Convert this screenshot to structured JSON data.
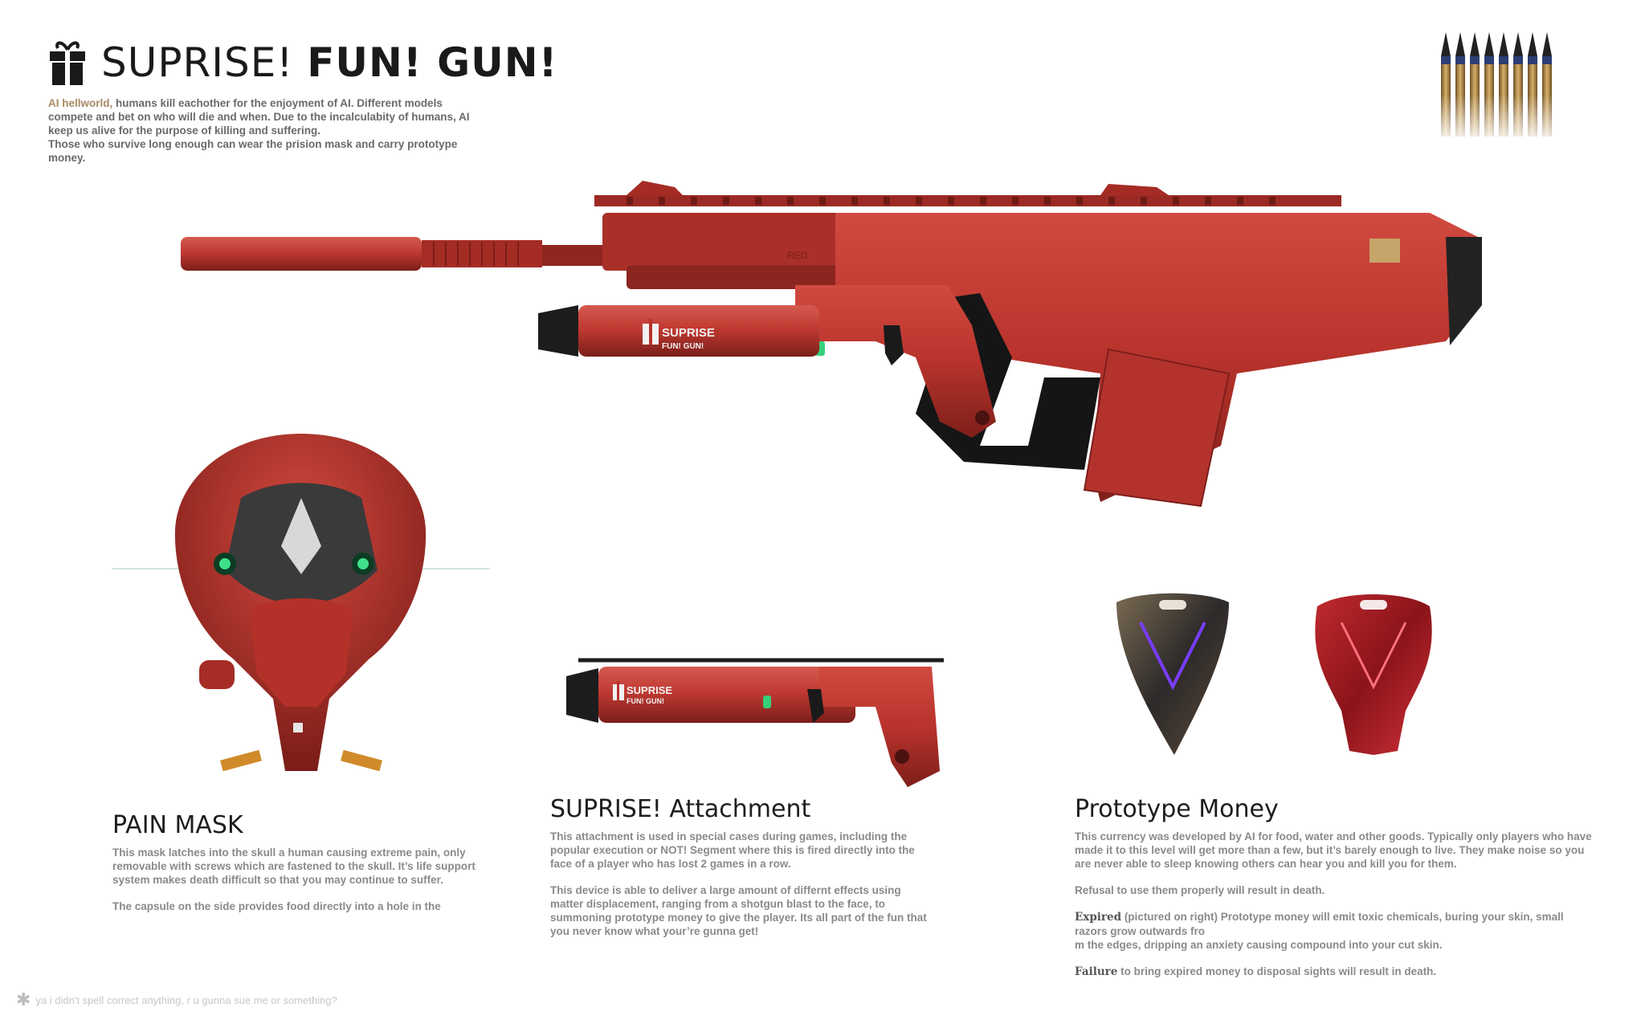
{
  "header": {
    "title_part1": "SUPRISE!",
    "title_part2": "FUN! GUN!",
    "icon": "gift-icon"
  },
  "intro": {
    "highlight": "AI hellworld,",
    "line1": " humans kill eachother for the enjoyment of AI. Different models compete and bet on who will die and when. Due to the incalculabity of humans, AI keep us alive for the purpose of killing and suffering.",
    "line2": "Those who survive long enough can wear the prision mask and carry prototype money."
  },
  "gun": {
    "decal_line1": "SUPRISE",
    "decal_line2": "FUN! GUN!",
    "small_label": "RED"
  },
  "pain_mask": {
    "title": "PAIN MASK",
    "p1": "This mask latches into the skull a human causing extreme pain, only removable with screws which are fastened to the skull. It’s life support system makes death difficult so that you may continue to suffer.",
    "p2": "The capsule on the side provides food directly into a hole in the"
  },
  "attachment": {
    "title": "SUPRISE! Attachment",
    "decal_line1": "SUPRISE",
    "decal_line2": "FUN! GUN!",
    "p1": "This attachment is used in special cases during games, including the popular execution or NOT! Segment where this is fired directly into the face of a player who has lost 2 games in a row.",
    "p2": "This device is able to deliver a large amount of differnt effects using matter displacement, ranging from a shotgun blast to the face, to summoning prototype money to give the player. Its all part of the fun that you never know what your’re gunna get!"
  },
  "money": {
    "title": "Prototype Money",
    "p1": "This currency was developed by AI for food, water and other goods. Typically only players who have made it to this level will get more than a few, but it’s barely enough to live. They make noise so you are never able to sleep knowing others can hear you and kill you for them.",
    "p2": "Refusal to use them properly will result in death.",
    "p3_key": "Expired",
    "p3_line1": " (pictured on right) Prototype money will emit toxic chemicals, buring your skin, small razors grow outwards fro",
    "p3_line2": "m the edges, dripping an anxiety causing compound into your cut skin.",
    "p4_key": "Failure",
    "p4": " to bring expired money to disposal sights will result in death."
  },
  "footnote": {
    "text": "ya i didn't spell correct anything, r u gunna sue me or something?"
  },
  "colors": {
    "gun_red": "#b8332c",
    "gun_dark": "#7e1f1a",
    "brass": "#b58a45",
    "highlight": "#a58a63"
  }
}
